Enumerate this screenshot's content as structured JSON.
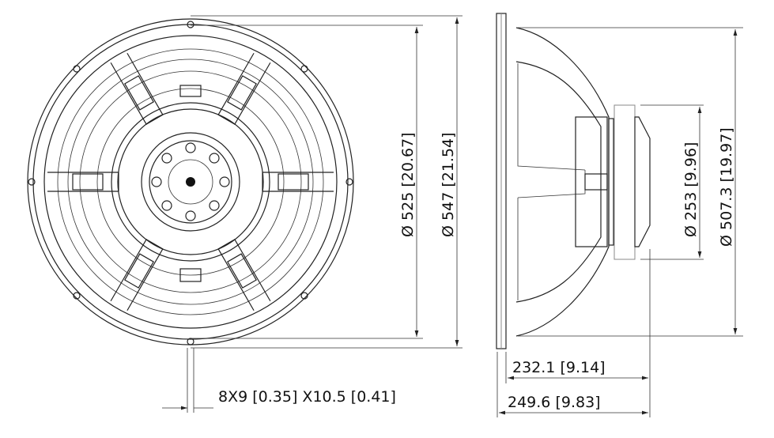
{
  "drawing": {
    "front_view": {
      "dimensions": [
        {
          "symbol": "Ø",
          "mm": "525",
          "inch": "20.67"
        },
        {
          "symbol": "Ø",
          "mm": "547",
          "inch": "21.54"
        }
      ],
      "mounting_holes": {
        "count_size": "8X9",
        "size_inch": "0.35",
        "slot": "X10.5",
        "slot_inch": "0.41"
      }
    },
    "side_view": {
      "dimensions": [
        {
          "symbol": "Ø",
          "mm": "253",
          "inch": "9.96"
        },
        {
          "symbol": "Ø",
          "mm": "507.3",
          "inch": "19.97"
        }
      ],
      "depths": [
        {
          "mm": "232.1",
          "inch": "9.14"
        },
        {
          "mm": "249.6",
          "inch": "9.83"
        }
      ]
    }
  }
}
